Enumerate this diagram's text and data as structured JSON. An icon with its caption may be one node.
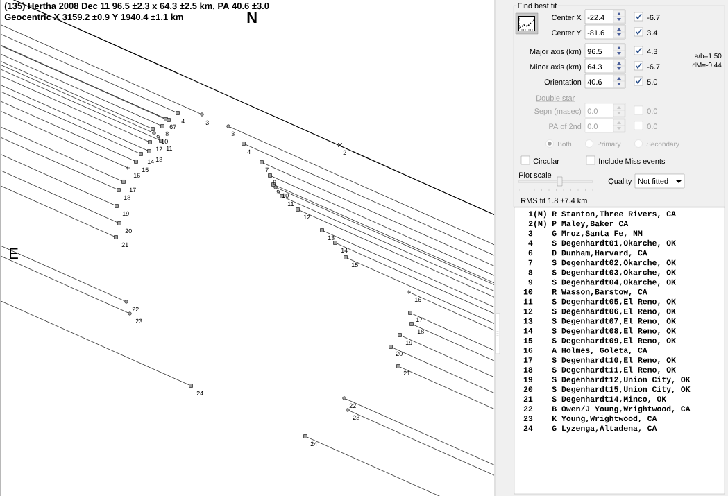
{
  "diagram": {
    "title": "(135) Hertha 2008 Dec 11 96.5 ±2.3 x 64.3 ±2.5 km, PA 40.6 ±3.0",
    "labels": [
      "Geocentric X 3159.2 ±0.9 Y 1940.4 ±1.1 km",
      "N",
      "E",
      "4",
      "3",
      "6",
      "7",
      "8",
      "9",
      "10",
      "12",
      "11",
      "14",
      "13",
      "15",
      "16",
      "17",
      "18",
      "19",
      "20",
      "21",
      "3",
      "4",
      "2",
      "7",
      "8",
      "9",
      "10",
      "11",
      "12",
      "13",
      "14",
      "15",
      "16",
      "17",
      "18",
      "19",
      "20",
      "21",
      "22",
      "23",
      "24",
      "22",
      "23",
      "24",
      "Find best fit",
      "Center X",
      "-22.4",
      "-6.7",
      "Center Y",
      "-81.6",
      "3.4",
      "Major axis (km)",
      "96.5",
      "4.3",
      "a/b=1.50",
      "Minor axis (km)",
      "64.3",
      "-6.7",
      "dM=-0.44",
      "Orientation",
      "40.6",
      "5.0",
      "Double star",
      "Sepn (masec)",
      "0.0",
      "0.0",
      "PA of 2nd",
      "0.0",
      "0.0",
      "Both",
      "Primary",
      "Secondary",
      "Circular",
      "Include Miss events",
      "Plot scale",
      "Quality",
      "Not fitted",
      "RMS fit 1.8 ±7.4 km",
      "1(M)",
      "R Stanton,Three Rivers, CA",
      "2(M)",
      "P Maley,Baker CA",
      "3",
      "G Mroz,Santa Fe, NM",
      "4",
      "S Degenhardt01,Okarche, OK",
      "6",
      "D Dunham,Harvard, CA",
      "7",
      "S Degenhardt02,Okarche, OK",
      "8",
      "S Degenhardt03,Okarche, OK",
      "9",
      "S Degenhardt04,Okarche, OK",
      "10",
      "R Wasson,Barstow, CA",
      "11",
      "S Degenhardt05,El Reno, OK",
      "12",
      "S Degenhardt06,El Reno, OK",
      "13",
      "S Degenhardt07,El Reno, OK",
      "14",
      "S Degenhardt08,El Reno, OK",
      "15",
      "S Degenhardt09,El Reno, OK",
      "16",
      "A Holmes, Goleta, CA",
      "17",
      "S Degenhardt10,El Reno, OK",
      "18",
      "S Degenhardt11,El Reno, OK",
      "19",
      "S Degenhardt12,Union City, OK",
      "20",
      "S Degenhardt15,Union City, OK",
      "21",
      "S Degenhardt14,Minco, OK",
      "22",
      "B Owen/J Young,Wrightwood, CA",
      "23",
      "K Young,Wrightwood, CA",
      "24",
      "G Lyzenga,Altadena, CA"
    ]
  }
}
